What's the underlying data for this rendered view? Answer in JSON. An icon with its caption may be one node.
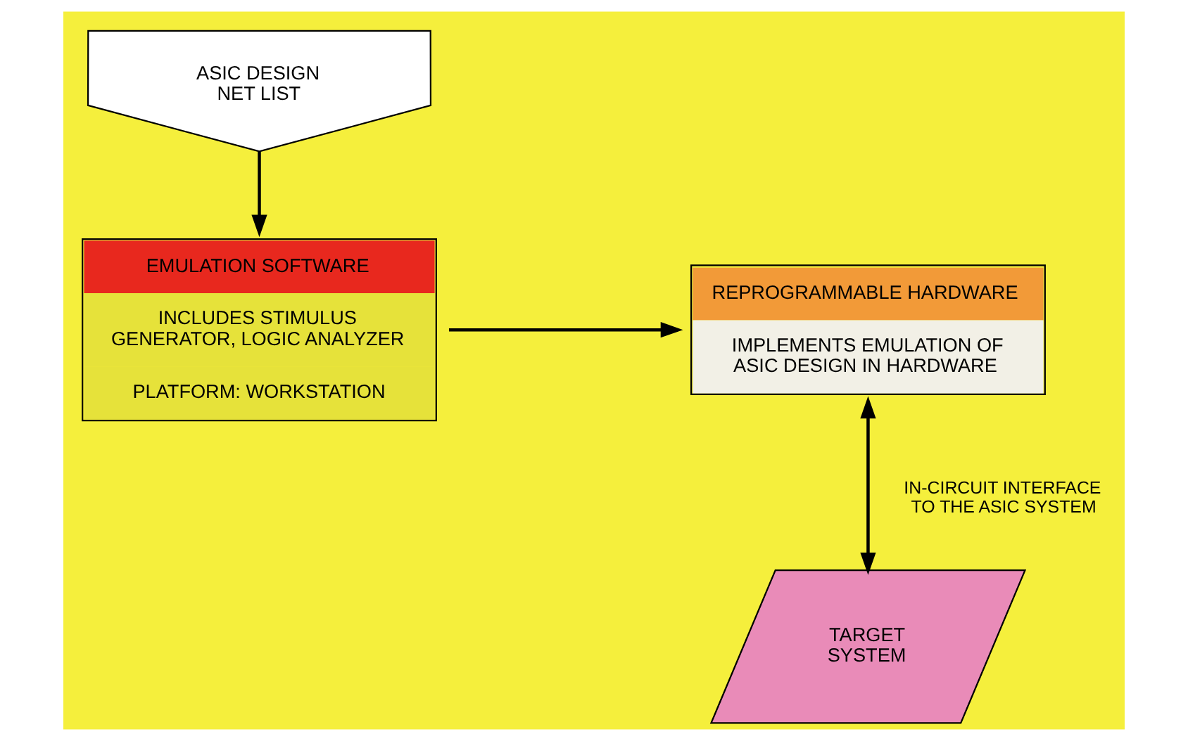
{
  "diagram": {
    "nodes": [
      {
        "text": [
          "ASIC DESIGN NET LIST"
        ]
      },
      {
        "text": [
          "EMULATION SOFTWARE",
          "INCLUDES STIMULUS GENERATOR, LOGIC ANALYZER",
          "PLATFORM: WORKSTATION"
        ]
      },
      {
        "text": [
          "REPROGRAMMABLE HARDWARE",
          "IMPLEMENTS EMULATION OF ASIC DESIGN IN HARDWARE"
        ]
      },
      {
        "text": [
          "TARGET SYSTEM"
        ]
      }
    ],
    "edges": [
      {
        "from": 0,
        "to": 1,
        "arrow": "to"
      },
      {
        "from": 1,
        "to": 2,
        "arrow": "to"
      },
      {
        "from": 2,
        "to": 3,
        "arrow": "both",
        "label": "IN-CIRCUIT INTERFACE TO THE ASIC SYSTEM"
      }
    ]
  }
}
